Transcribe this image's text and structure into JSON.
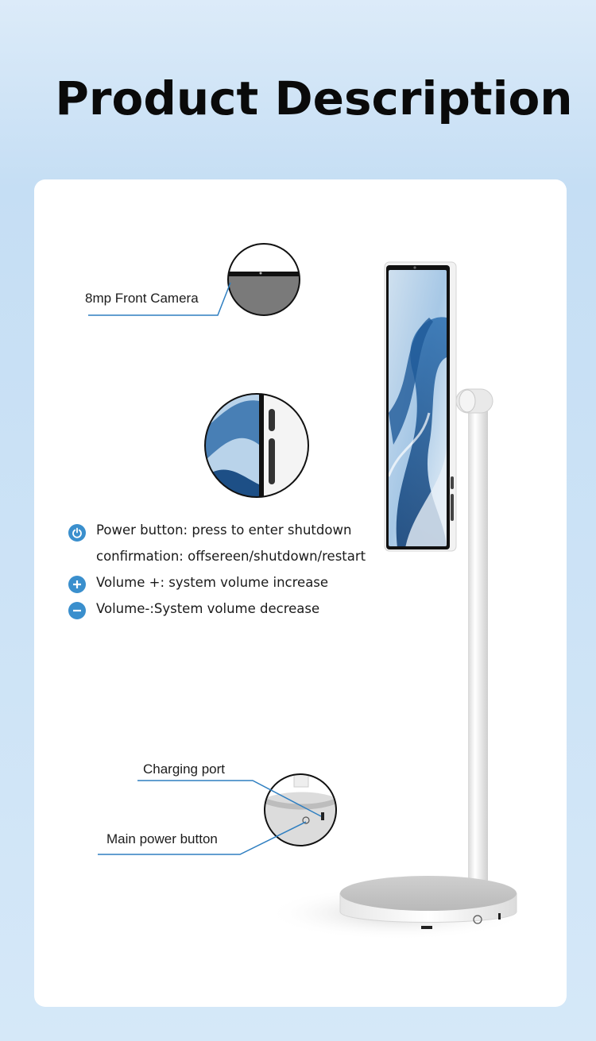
{
  "title": "Product Description",
  "callouts": {
    "camera": "8mp Front Camera",
    "charging": "Charging port",
    "main_power": "Main power button"
  },
  "features": [
    {
      "icon": "power-icon",
      "line1": "Power button: press to enter shutdown",
      "line2": "confirmation: offsereen/shutdown/restart"
    },
    {
      "icon": "plus-icon",
      "line1": "Volume +: system volume increase"
    },
    {
      "icon": "minus-icon",
      "line1": "Volume-:System volume decrease"
    }
  ],
  "colors": {
    "accent": "#3a8fcd",
    "callout_line": "#2f7fc1"
  }
}
